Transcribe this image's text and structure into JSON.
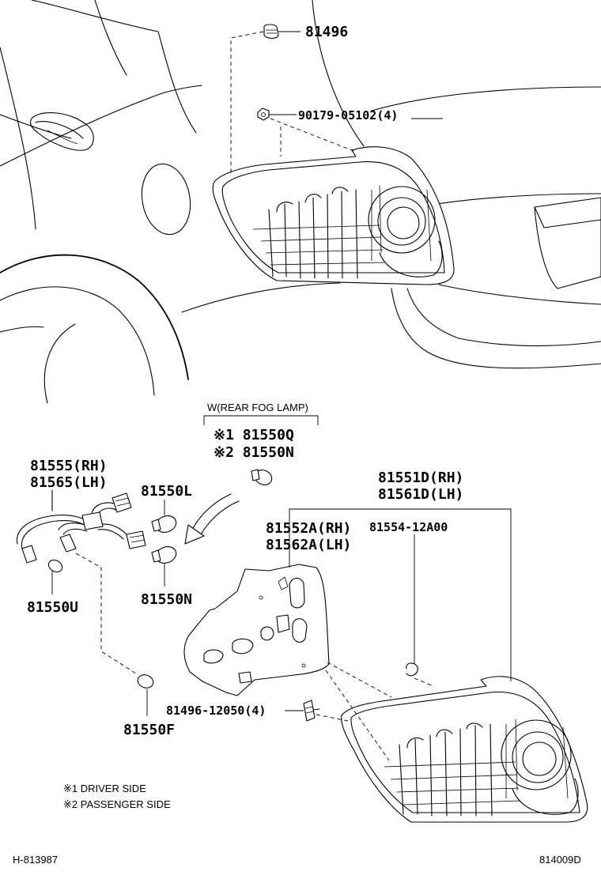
{
  "labels": {
    "p81496": "81496",
    "p90179": "90179-05102(4)",
    "rear_fog_group": "W(REAR FOG LAMP)",
    "p81550q": "※1 81550Q",
    "p81550n_top": "※2 81550N",
    "p81555": "81555(RH)",
    "p81565": "81565(LH)",
    "p81550l": "81550L",
    "p81550n": "81550N",
    "p81550u": "81550U",
    "p81551d": "81551D(RH)",
    "p81561d": "81561D(LH)",
    "p81552a": "81552A(RH)",
    "p81562a": "81562A(LH)",
    "p81554": "81554-12A00",
    "p81496_12050": "81496-12050(4)",
    "p81550f": "81550F"
  },
  "notes": {
    "driver": "※1 DRIVER SIDE",
    "passenger": "※2 PASSENGER SIDE"
  },
  "refs": {
    "left": "H-813987",
    "right": "814009D"
  }
}
